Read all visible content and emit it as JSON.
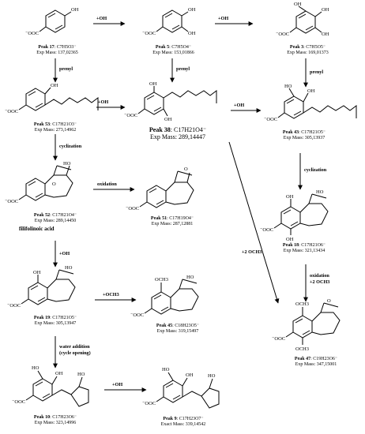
{
  "compounds": [
    {
      "id": "p17",
      "peak": "Peak 17",
      "formula": "C7H5O3⁻",
      "mass_label": "Exp Mass",
      "mass": "137,02365"
    },
    {
      "id": "p5",
      "peak": "Peak 5",
      "formula": "C7H5O4⁻",
      "mass_label": "Exp Mass",
      "mass": "153,01866"
    },
    {
      "id": "p3",
      "peak": "Peak 3",
      "formula": "C7H5O5⁻",
      "mass_label": "Exp Mass",
      "mass": "169,01373"
    },
    {
      "id": "p53",
      "peak": "Peak 53",
      "formula": "C17H21O3⁻",
      "mass_label": "Exp Mass",
      "mass": "273,14962"
    },
    {
      "id": "p38",
      "peak": "Peak 38",
      "formula": "C17H21O4⁻",
      "mass_label": "Exp Mass",
      "mass": "289,14447"
    },
    {
      "id": "p43",
      "peak": "Peak 43",
      "formula": "C17H21O5⁻",
      "mass_label": "Exp Mass",
      "mass": "305,13937"
    },
    {
      "id": "p52",
      "peak": "Peak 52",
      "formula": "C17H21O4⁻",
      "mass_label": "Exp Mass",
      "mass": "289,14450",
      "name": "filifolinoic acid"
    },
    {
      "id": "p51",
      "peak": "Peak 51",
      "formula": "C17H19O4⁻",
      "mass_label": "Exp Mass",
      "mass": "287,12881"
    },
    {
      "id": "p18",
      "peak": "Peak 18",
      "formula": "C17H21O6⁻",
      "mass_label": "Exp Mass",
      "mass": "321,13434"
    },
    {
      "id": "p19",
      "peak": "Peak 19",
      "formula": "C17H21O5⁻",
      "mass_label": "Exp Mass",
      "mass": "305,13947"
    },
    {
      "id": "p45",
      "peak": "Peak 45",
      "formula": "C18H23O5⁻",
      "mass_label": "Exp Mass",
      "mass": "319,15497"
    },
    {
      "id": "p47",
      "peak": "Peak 47",
      "formula": "C19H23O6⁻",
      "mass_label": "Exp Mass",
      "mass": "347,15001"
    },
    {
      "id": "p10",
      "peak": "Peak 10",
      "formula": "C17H23O6⁻",
      "mass_label": "Exp Mass",
      "mass": "323,14996"
    },
    {
      "id": "p9",
      "peak": "Peak 9",
      "formula": "C17H23O7⁻",
      "mass_label": "Exact Mass",
      "mass": "339,14542"
    }
  ],
  "arrows": {
    "oh1": "+OH",
    "oh2": "+OH",
    "oh3": "+OH",
    "oh4": "+OH",
    "oh5": "+OH",
    "oh6": "+OH",
    "prenyl1": "prenyl",
    "prenyl2": "prenyl",
    "prenyl3": "prenyl",
    "cyc1": "cyclization",
    "cyc2": "cyclization",
    "oxid1": "oxidation",
    "och3": "+OCH3",
    "och3x2": "+2 OCH3",
    "oxid2": "oxidation",
    "oxid2b": "+2 OCH3",
    "water1": "water addition",
    "water2": "(cycle opening)"
  },
  "atoms": {
    "OH": "OH",
    "O": "O",
    "COO": "⁻OOC",
    "HO": "HO",
    "OCH3": "OCH3"
  }
}
